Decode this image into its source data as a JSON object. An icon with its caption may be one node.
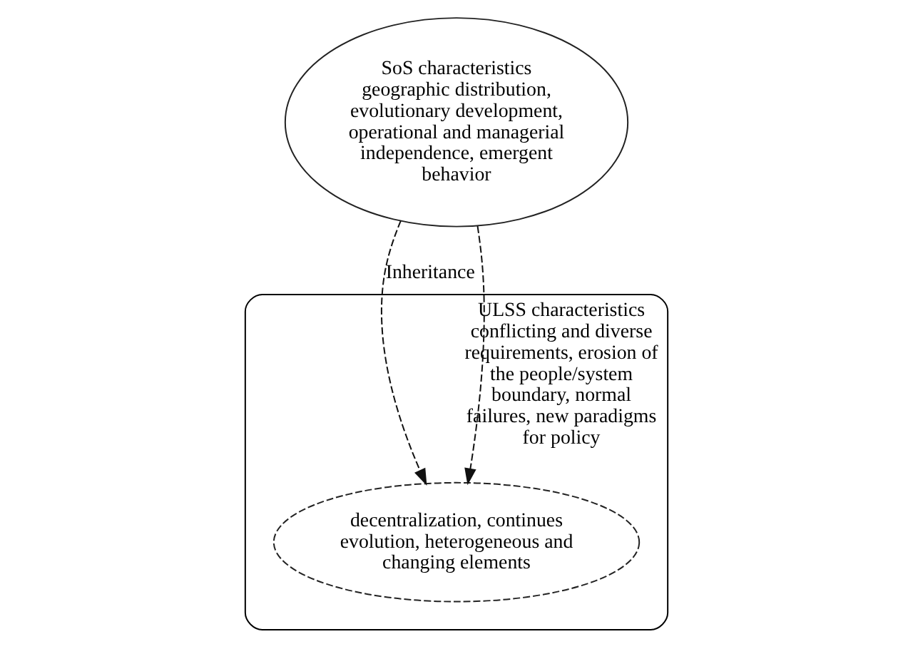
{
  "diagram": {
    "nodes": [
      {
        "text": [
          "SoS characteristics",
          "geographic distribution, evolutionary development, operational and managerial independence, emergent behavior"
        ]
      },
      {
        "text": [
          "ULSS characteristics",
          "conflicting and diverse requirements, erosion of the people/system boundary, normal failures, new paradigms for policy"
        ]
      },
      {
        "text": [
          "decentralization, continues evolution, heterogeneous and changing elements"
        ],
        "in": 1
      }
    ],
    "edges": [
      {
        "from": 0,
        "to": 2,
        "arrow": "to",
        "style": "dashed",
        "label": "Inheritance"
      },
      {
        "from": 0,
        "to": 2,
        "arrow": "to",
        "style": "dashed"
      }
    ]
  }
}
